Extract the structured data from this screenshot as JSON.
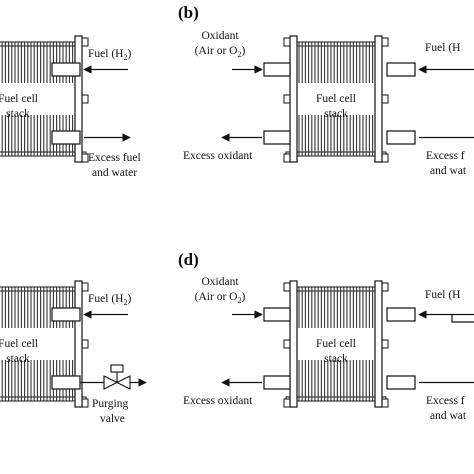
{
  "panels": {
    "a": {
      "fuel_in": "Fuel (H",
      "fuel_in_sub": "2",
      "fuel_in_close": ")",
      "stack_line1": "Fuel cell",
      "stack_line2": "stack",
      "out_line1": "Excess fuel",
      "out_line2": "and water"
    },
    "b": {
      "letter": "(b)",
      "oxidant_line1": "Oxidant",
      "oxidant_line2": "(Air or O",
      "oxidant_sub": "2",
      "oxidant_close": ")",
      "fuel_in": "Fuel (H",
      "stack_line1": "Fuel cell",
      "stack_line2": "stack",
      "excess_oxidant": "Excess oxidant",
      "out_line1": "Excess f",
      "out_line2": "and wat"
    },
    "c": {
      "fuel_in": "Fuel (H",
      "fuel_in_sub": "2",
      "fuel_in_close": ")",
      "stack_line1": "Fuel cell",
      "stack_line2": "stack",
      "valve_line1": "Purging",
      "valve_line2": "valve"
    },
    "d": {
      "letter": "(d)",
      "oxidant_line1": "Oxidant",
      "oxidant_line2": "(Air or O",
      "oxidant_sub": "2",
      "oxidant_close": ")",
      "fuel_in": "Fuel (H",
      "stack_line1": "Fuel cell",
      "stack_line2": "stack",
      "excess_oxidant": "Excess oxidant",
      "out_line1": "Excess f",
      "out_line2": "and wat"
    }
  }
}
